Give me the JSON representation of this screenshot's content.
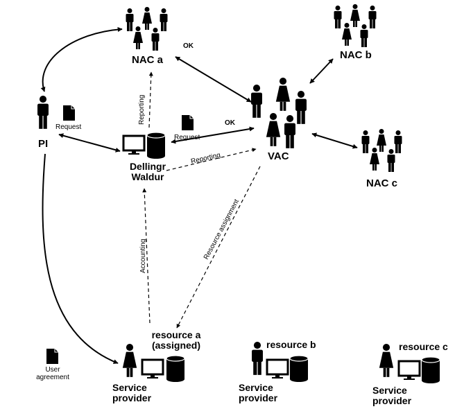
{
  "groups": {
    "nac_a": "NAC a",
    "nac_b": "NAC b",
    "nac_c": "NAC c",
    "vac": "VAC",
    "pi": "PI"
  },
  "system": {
    "line1": "Dellingr",
    "line2": "Waldur"
  },
  "resources": {
    "a_line1": "resource a",
    "a_line2": "(assigned)",
    "b": "resource b",
    "c": "resource c"
  },
  "provider": {
    "line1": "Service",
    "line2": "provider"
  },
  "edges": {
    "ok_top": "OK",
    "ok_mid": "OK",
    "reporting_vertical": "Reporting",
    "reporting_diag": "Reporting",
    "accounting": "Accounting",
    "resource_assignment": "Resource assignment"
  },
  "docs": {
    "request_pi": "Request",
    "request_vac": "Request",
    "user_agreement_1": "User",
    "user_agreement_2": "agreement"
  },
  "colors": {
    "ink": "#000000",
    "background": "#ffffff"
  },
  "icons": {
    "person": "person-icon",
    "woman": "woman-icon",
    "document": "document-icon",
    "monitor": "monitor-icon",
    "database": "database-icon"
  }
}
